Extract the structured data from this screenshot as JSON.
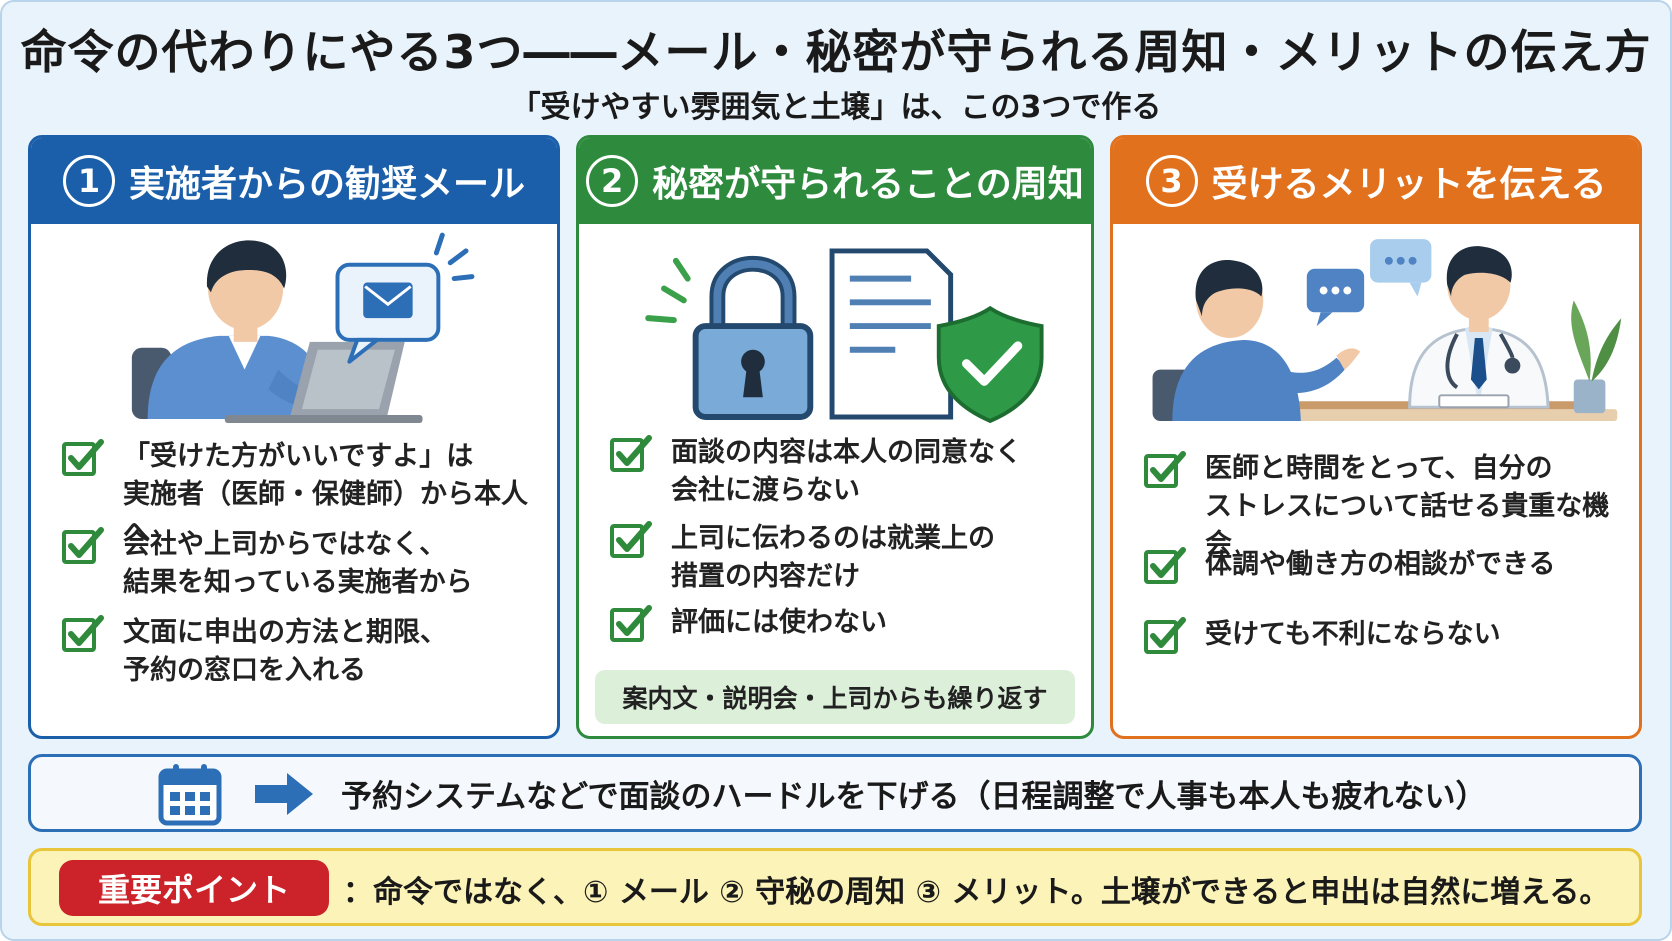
{
  "title": "命令の代わりにやる3つ――メール・秘密が守られる周知・メリットの伝え方",
  "subtitle": "「受けやすい雰囲気と土壌」は、この3つで作る",
  "colors": {
    "blue": "#1b5faa",
    "green": "#2e8b3e",
    "orange": "#e2711e",
    "check": "#2f8a3c",
    "red": "#cc2229",
    "yellow": "#fbf3b7"
  },
  "cards": [
    {
      "number": "1",
      "heading": "実施者からの勧奨メール",
      "illustration": "person-laptop-mail-icon",
      "items": [
        "「受けた方がいいですよ」は",
        "実施者（医師・保健師）から本人へ",
        "会社や上司からではなく、",
        "結果を知っている実施者から",
        "文面に申出の方法と期限、",
        "予約の窓口を入れる"
      ]
    },
    {
      "number": "2",
      "heading": "秘密が守られることの周知",
      "illustration": "lock-document-shield-icon",
      "items": [
        "面談の内容は本人の同意なく",
        "会社に渡らない",
        "上司に伝わるのは就業上の",
        "措置の内容だけ",
        "評価には使わない"
      ],
      "note": "案内文・説明会・上司からも繰り返す"
    },
    {
      "number": "3",
      "heading": "受けるメリットを伝える",
      "illustration": "doctor-consultation-icon",
      "items": [
        "医師と時間をとって、自分の",
        "ストレスについて話せる貴重な機会",
        "体調や働き方の相談ができる",
        "受けても不利にならない"
      ]
    }
  ],
  "strip": {
    "icon": "calendar-icon",
    "arrow": "arrow-right-icon",
    "text": "予約システムなどで面談のハードルを下げる（日程調整で人事も本人も疲れない）"
  },
  "bottom": {
    "badge": "重要ポイント",
    "text": "：命令ではなく、① メール ② 守秘の周知 ③ メリット。土壌ができると申出は自然に増える。"
  }
}
